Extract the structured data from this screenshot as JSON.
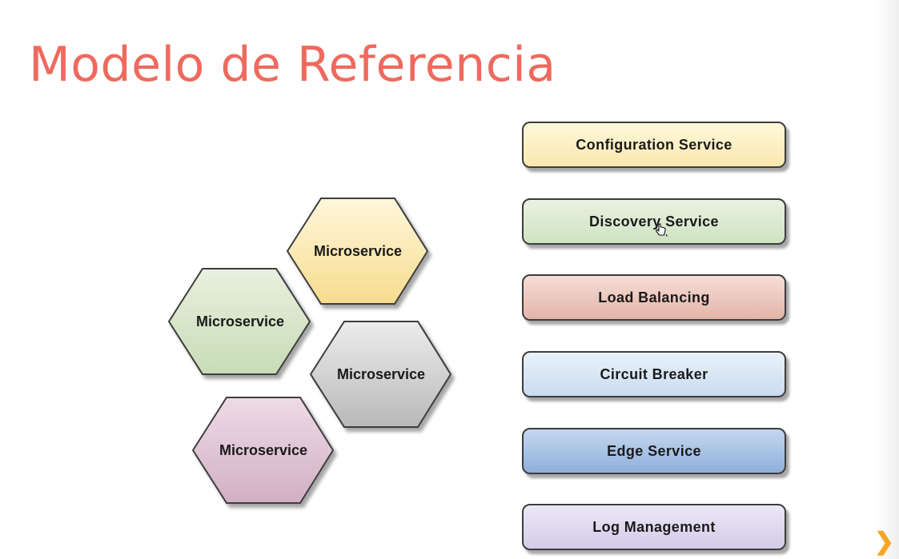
{
  "slide": {
    "title": "Modelo de Referencia"
  },
  "hexagons": [
    {
      "label": "Microservice",
      "color": "#fff2c4"
    },
    {
      "label": "Microservice",
      "color": "#dde8d2"
    },
    {
      "label": "Microservice",
      "color": "#d8d8d8"
    },
    {
      "label": "Microservice",
      "color": "#e6cfdc"
    }
  ],
  "services": [
    {
      "label": "Configuration Service",
      "color": "#fff2cc"
    },
    {
      "label": "Discovery Service",
      "color": "#dcead5"
    },
    {
      "label": "Load Balancing",
      "color": "#eeccc4"
    },
    {
      "label": "Circuit Breaker",
      "color": "#dae6f4"
    },
    {
      "label": "Edge Service",
      "color": "#a9c4e6"
    },
    {
      "label": "Log Management",
      "color": "#e0daef"
    }
  ],
  "icons": {
    "cursor": "hand-pointer-icon",
    "corner": "chevron-right-icon"
  }
}
